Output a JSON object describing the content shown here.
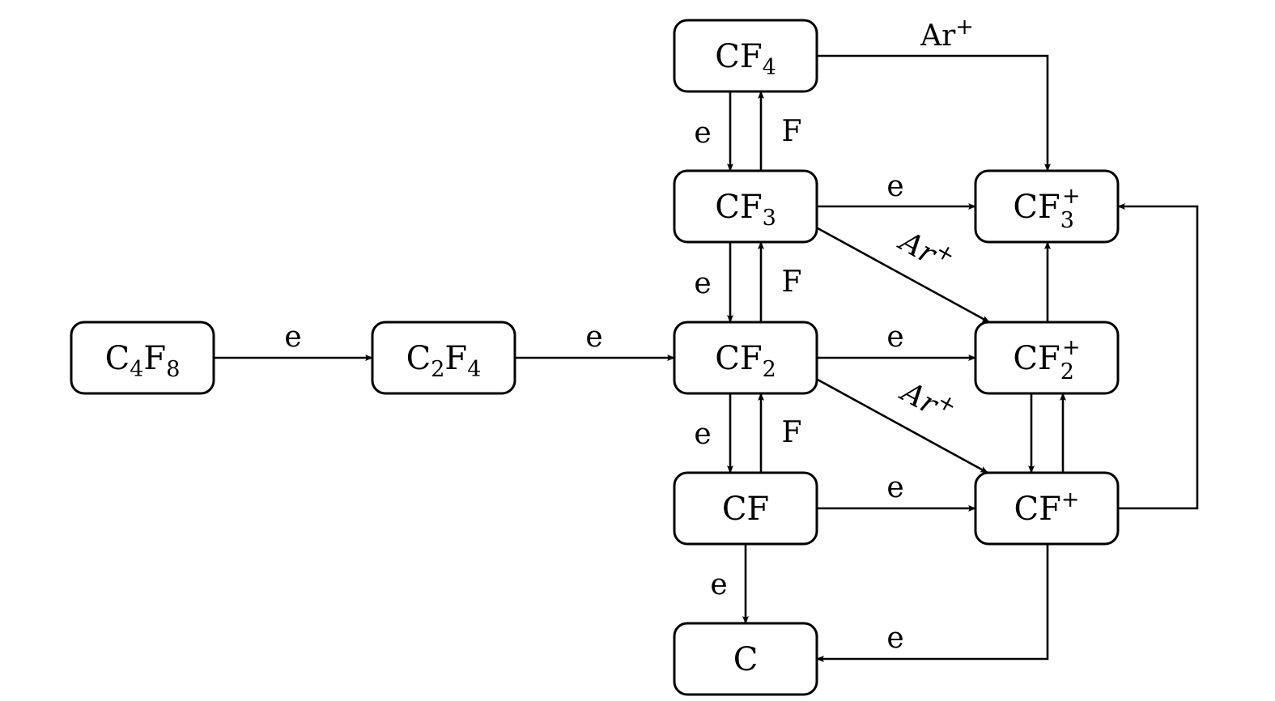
{
  "diagram": {
    "title": "",
    "colors": {
      "stroke": "#000000",
      "background": "#ffffff"
    },
    "nodes": [
      {
        "id": "C4F8",
        "base": "C",
        "parts": [
          [
            "C",
            ""
          ],
          [
            "4",
            "sub"
          ],
          [
            "F",
            ""
          ],
          [
            "8",
            "sub"
          ]
        ],
        "text": "C4F8"
      },
      {
        "id": "C2F4",
        "parts": [
          [
            "C",
            ""
          ],
          [
            "2",
            "sub"
          ],
          [
            "F",
            ""
          ],
          [
            "4",
            "sub"
          ]
        ],
        "text": "C2F4"
      },
      {
        "id": "CF4",
        "parts": [
          [
            "CF",
            ""
          ],
          [
            "4",
            "sub"
          ]
        ],
        "text": "CF4"
      },
      {
        "id": "CF3",
        "parts": [
          [
            "CF",
            ""
          ],
          [
            "3",
            "sub"
          ]
        ],
        "text": "CF3"
      },
      {
        "id": "CF2",
        "parts": [
          [
            "CF",
            ""
          ],
          [
            "2",
            "sub"
          ]
        ],
        "text": "CF2"
      },
      {
        "id": "CF",
        "parts": [
          [
            "CF",
            ""
          ]
        ],
        "text": "CF"
      },
      {
        "id": "C",
        "parts": [
          [
            "C",
            ""
          ]
        ],
        "text": "C"
      },
      {
        "id": "CF3+",
        "parts": [
          [
            "CF",
            ""
          ],
          [
            "3",
            "subsup"
          ]
        ],
        "text": "CF3+"
      },
      {
        "id": "CF2+",
        "parts": [
          [
            "CF",
            ""
          ],
          [
            "2",
            "subsup"
          ]
        ],
        "text": "CF2+"
      },
      {
        "id": "CF+",
        "parts": [
          [
            "CF",
            ""
          ],
          [
            "+",
            "sup"
          ]
        ],
        "text": "CF+"
      }
    ],
    "edges": [
      {
        "from": "C4F8",
        "to": "C2F4",
        "label": "e"
      },
      {
        "from": "C2F4",
        "to": "CF2",
        "label": "e"
      },
      {
        "from": "CF4",
        "to": "CF3",
        "label": "e"
      },
      {
        "from": "CF3",
        "to": "CF4",
        "label": "F"
      },
      {
        "from": "CF3",
        "to": "CF2",
        "label": "e"
      },
      {
        "from": "CF2",
        "to": "CF3",
        "label": "F"
      },
      {
        "from": "CF2",
        "to": "CF",
        "label": "e"
      },
      {
        "from": "CF",
        "to": "CF2",
        "label": "F"
      },
      {
        "from": "CF",
        "to": "C",
        "label": "e"
      },
      {
        "from": "CF4",
        "to": "CF3+",
        "label": "Ar+"
      },
      {
        "from": "CF3",
        "to": "CF3+",
        "label": "e"
      },
      {
        "from": "CF3",
        "to": "CF2+",
        "label": "Ar+"
      },
      {
        "from": "CF2",
        "to": "CF2+",
        "label": "e"
      },
      {
        "from": "CF2",
        "to": "CF+",
        "label": "Ar+"
      },
      {
        "from": "CF",
        "to": "CF+",
        "label": "e"
      },
      {
        "from": "CF2+",
        "to": "CF3+",
        "label": ""
      },
      {
        "from": "CF2+",
        "to": "CF+",
        "label": ""
      },
      {
        "from": "CF+",
        "to": "CF2+",
        "label": ""
      },
      {
        "from": "CF+",
        "to": "CF3+",
        "label": ""
      },
      {
        "from": "CF+",
        "to": "C",
        "label": "e"
      }
    ]
  }
}
